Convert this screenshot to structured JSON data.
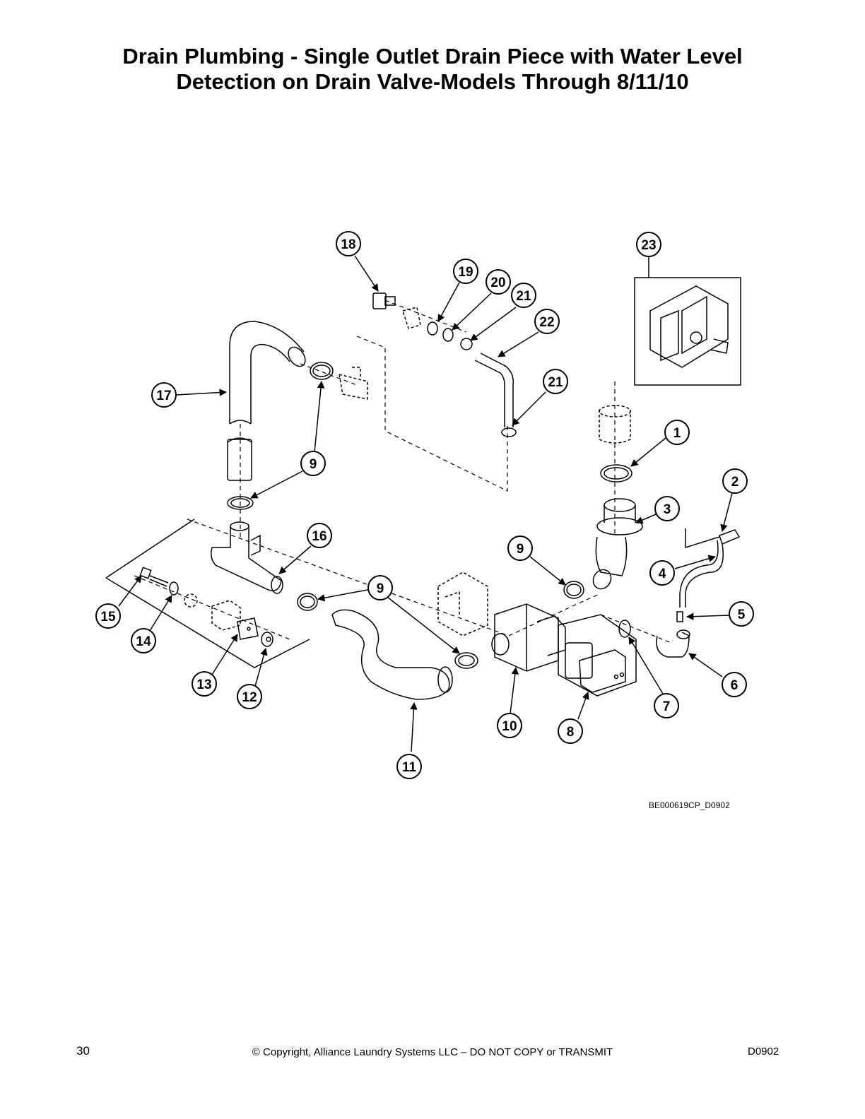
{
  "title": {
    "line1": "Drain Plumbing - Single Outlet Drain Piece with Water Level",
    "line2": "Detection on Drain Valve-Models Through 8/11/10"
  },
  "callouts": [
    "18",
    "19",
    "20",
    "21",
    "22",
    "21",
    "23",
    "17",
    "9",
    "1",
    "2",
    "3",
    "16",
    "9",
    "4",
    "9",
    "5",
    "15",
    "14",
    "13",
    "12",
    "6",
    "7",
    "11",
    "10",
    "8"
  ],
  "figure_code": "BE000619CP_D0902",
  "footer": {
    "page_number": "30",
    "copyright": "© Copyright, Alliance Laundry Systems LLC – DO NOT COPY or TRANSMIT",
    "doc_code": "D0902"
  }
}
